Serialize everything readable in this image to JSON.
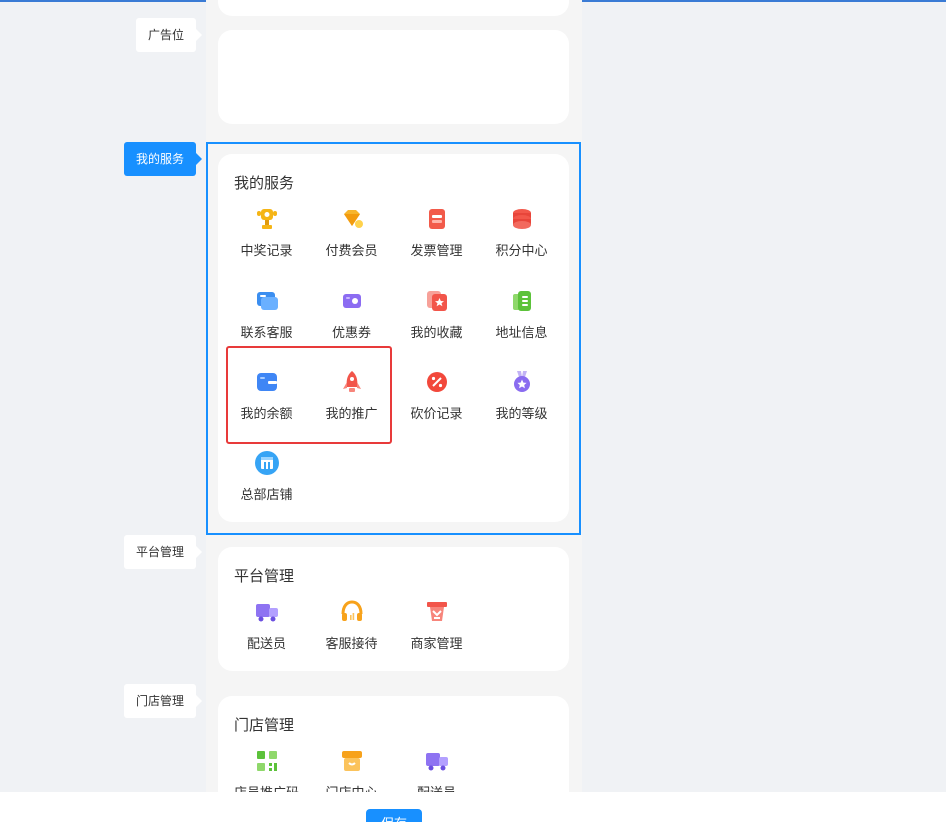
{
  "colors": {
    "accent": "#1890ff",
    "highlight": "#e83a3a"
  },
  "tags": {
    "ad": "广告位",
    "my_services": "我的服务",
    "platform": "平台管理",
    "store": "门店管理"
  },
  "my_services": {
    "title": "我的服务",
    "items": [
      {
        "label": "中奖记录",
        "icon": "trophy-icon"
      },
      {
        "label": "付费会员",
        "icon": "diamond-icon"
      },
      {
        "label": "发票管理",
        "icon": "invoice-icon"
      },
      {
        "label": "积分中心",
        "icon": "coins-icon"
      },
      {
        "label": "联系客服",
        "icon": "chat-icon"
      },
      {
        "label": "优惠券",
        "icon": "coupon-icon"
      },
      {
        "label": "我的收藏",
        "icon": "favorite-icon"
      },
      {
        "label": "地址信息",
        "icon": "address-book-icon"
      },
      {
        "label": "我的余额",
        "icon": "wallet-icon"
      },
      {
        "label": "我的推广",
        "icon": "rocket-icon"
      },
      {
        "label": "砍价记录",
        "icon": "discount-icon"
      },
      {
        "label": "我的等级",
        "icon": "medal-icon"
      },
      {
        "label": "总部店铺",
        "icon": "store-icon"
      }
    ]
  },
  "platform": {
    "title": "平台管理",
    "items": [
      {
        "label": "配送员",
        "icon": "delivery-truck-icon"
      },
      {
        "label": "客服接待",
        "icon": "headset-icon"
      },
      {
        "label": "商家管理",
        "icon": "merchant-icon"
      }
    ]
  },
  "store": {
    "title": "门店管理",
    "items": [
      {
        "label": "店员推广码",
        "icon": "qrcode-icon"
      },
      {
        "label": "门店中心",
        "icon": "shop-icon"
      },
      {
        "label": "配送员",
        "icon": "delivery-truck-icon"
      }
    ]
  },
  "footer": {
    "save_label": "保存"
  }
}
